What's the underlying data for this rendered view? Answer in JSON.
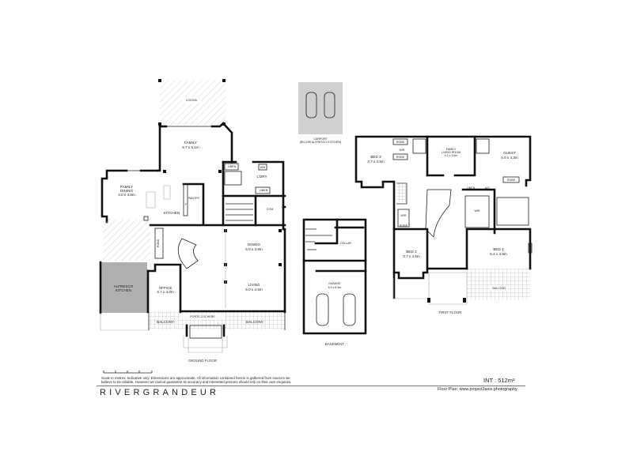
{
  "ground_floor": {
    "title": "GROUND FLOOR",
    "rooms": [
      {
        "name": "LOGGIA",
        "dims": ""
      },
      {
        "name": "FAMILY",
        "dims": "6.7 x 5.1m"
      },
      {
        "name": "FAMILY DINING",
        "dims": "4.0 x 4.5m"
      },
      {
        "name": "KITCHEN",
        "dims": ""
      },
      {
        "name": "PANTRY",
        "dims": ""
      },
      {
        "name": "LINEN",
        "dims": ""
      },
      {
        "name": "L'DRY",
        "dims": ""
      },
      {
        "name": "WM",
        "dims": ""
      },
      {
        "name": "LINEN",
        "dims": ""
      },
      {
        "name": "GYM",
        "dims": ""
      },
      {
        "name": "POND",
        "dims": ""
      },
      {
        "name": "DINING",
        "dims": "6.0 x 3.9m"
      },
      {
        "name": "LIVING",
        "dims": "6.0 x 4.5m"
      },
      {
        "name": "ALFRESCO KITCHEN",
        "dims": ""
      },
      {
        "name": "OFFICE",
        "dims": "3.7 x 4.0m"
      },
      {
        "name": "PORTE-COCHERE",
        "dims": ""
      },
      {
        "name": "BALCONY",
        "dims": ""
      },
      {
        "name": "BALCONY",
        "dims": ""
      }
    ],
    "fridge_label": "F"
  },
  "carport": {
    "title": "CARPORT",
    "subtitle": "(BELOW ALFRESCO KITCHEN)"
  },
  "basement": {
    "title": "BASEMENT",
    "rooms": [
      {
        "name": "CELLAR",
        "dims": ""
      },
      {
        "name": "GARAGE",
        "dims": "6.3 x 6.5m"
      }
    ]
  },
  "first_floor": {
    "title": "FIRST FLOOR",
    "rooms": [
      {
        "name": "BED 3",
        "dims": "3.7 x 4.5m"
      },
      {
        "name": "ROBE",
        "dims": ""
      },
      {
        "name": "WIR",
        "dims": ""
      },
      {
        "name": "ROBE",
        "dims": ""
      },
      {
        "name": "FAMILY LIVING ROOM",
        "dims": "4.2 x 3.8m"
      },
      {
        "name": "GUEST",
        "dims": "4.0 x 4.3m"
      },
      {
        "name": "LINEN",
        "dims": ""
      },
      {
        "name": "LINEN",
        "dims": ""
      },
      {
        "name": "ROBE",
        "dims": ""
      },
      {
        "name": "LINEN",
        "dims": ""
      },
      {
        "name": "A/C",
        "dims": ""
      },
      {
        "name": "WIR",
        "dims": ""
      },
      {
        "name": "WIR",
        "dims": ""
      },
      {
        "name": "ROBE",
        "dims": ""
      },
      {
        "name": "BED 2",
        "dims": "3.7 x 4.5m"
      },
      {
        "name": "BED 1",
        "dims": "6.4 x 4.8m"
      },
      {
        "name": "BALCONY",
        "dims": ""
      }
    ]
  },
  "footer": {
    "disclaimer_line1": "Scale in metres. Indicative only. Dimensions are approximate. All information contained herein is gathered from sources we",
    "disclaimer_line2": "believe to be reliable. However we cannot guarantee its accuracy and interested persons should rely on their own enquiries.",
    "brand": "RIVERGRANDEUR",
    "internal_area": "INT   : 512m²",
    "credit": "Floor Plan: www.project3axis.photography"
  },
  "colors": {
    "wall": "#111111",
    "alfresco_fill": "#b0b0b0",
    "carport_fill": "#d0d0d0",
    "hatch": "#bbbbbb"
  }
}
